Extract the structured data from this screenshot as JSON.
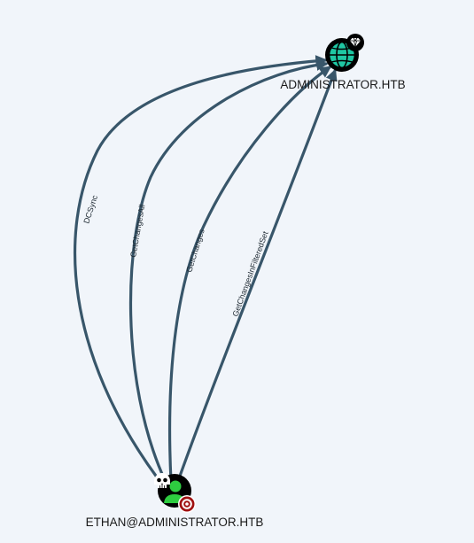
{
  "graph": {
    "nodes": {
      "domain": {
        "label": "ADMINISTRATOR.HTB",
        "icon": "globe-icon",
        "badge": "diamond-icon",
        "fill_color": "#1fc7a3",
        "border_color": "#000000"
      },
      "user": {
        "label": "ETHAN@ADMINISTRATOR.HTB",
        "icon": "user-icon",
        "badges": [
          "skull-icon",
          "target-icon"
        ],
        "fill_color": "#2ecc40",
        "border_color": "#000000"
      }
    },
    "edges": [
      {
        "label": "DCSync"
      },
      {
        "label": "GetChangesAll"
      },
      {
        "label": "GetChanges"
      },
      {
        "label": "GetChangesInFilteredSet"
      }
    ],
    "edge_color": "#38566a"
  }
}
